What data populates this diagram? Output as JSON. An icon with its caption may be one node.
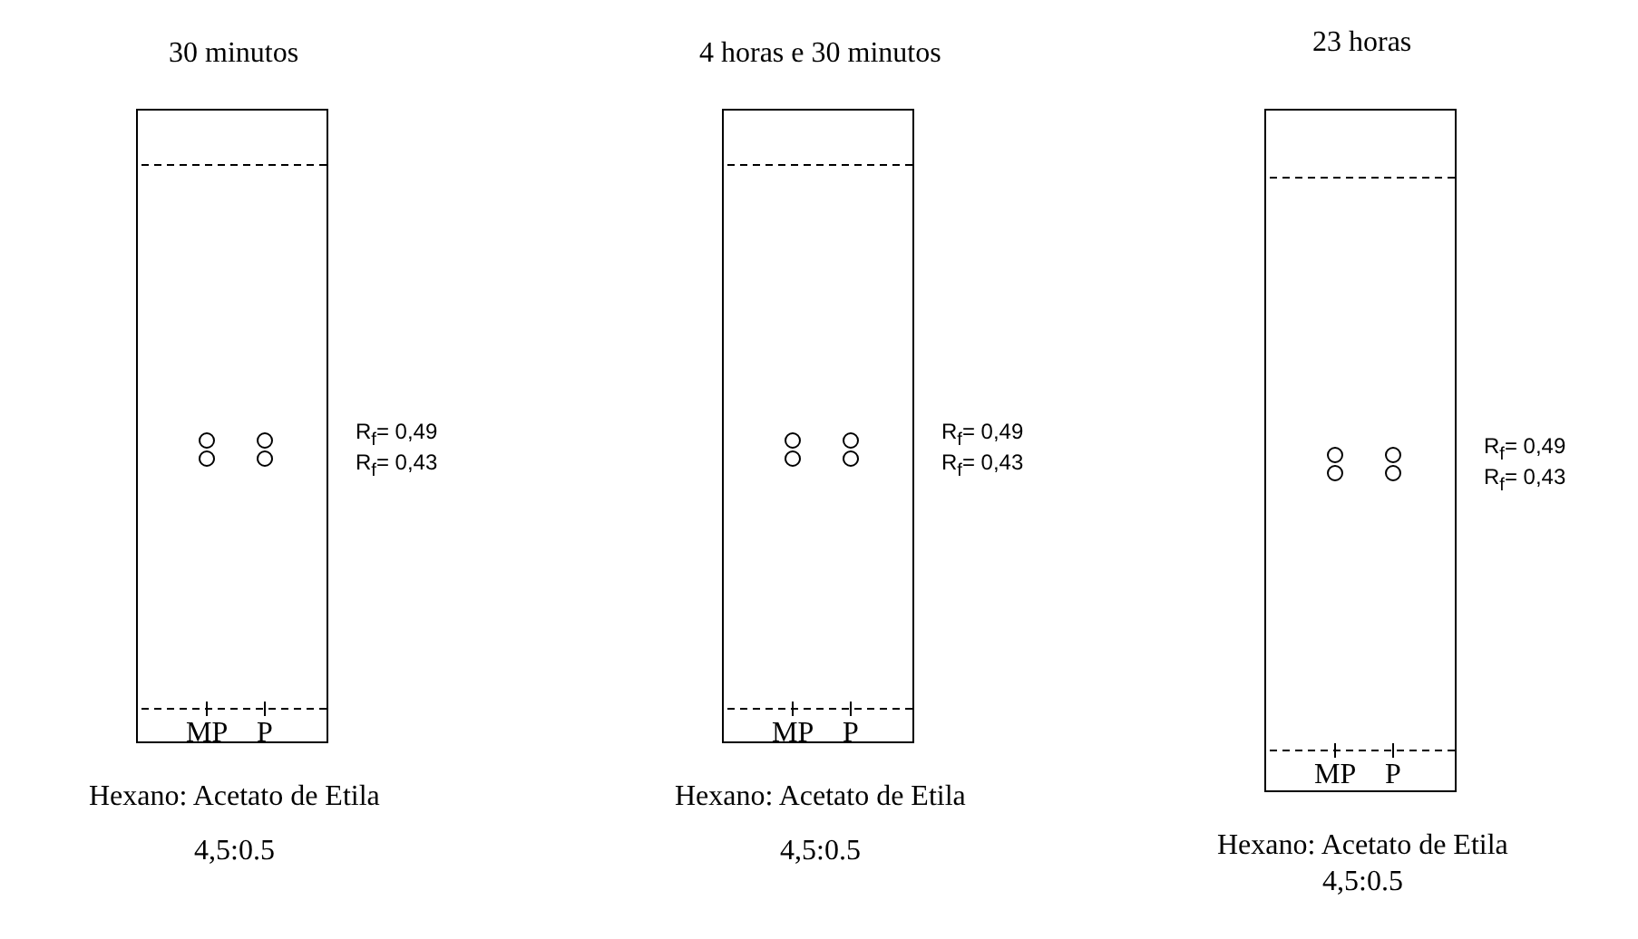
{
  "diagram": {
    "nodes": [
      {
        "text": [
          "30 minutos",
          "MP",
          "P"
        ],
        "beside": [
          "R$_{f}$= 0,49",
          "R$_{f}$= 0,43",
          "Hexano: Acetato de Etila",
          "4,5:0.5"
        ]
      },
      {
        "text": [
          "4 horas e 30 minutos",
          "MP",
          "P"
        ],
        "beside": [
          "R$_{f}$= 0,49",
          "R$_{f}$= 0,43",
          "Hexano: Acetato de Etila",
          "4,5:0.5"
        ]
      },
      {
        "text": [
          "23 horas",
          "MP",
          "P"
        ],
        "beside": [
          "R$_{f}$= 0,49",
          "R$_{f}$= 0,43",
          "Hexano: Acetato de Etila",
          "4,5:0.5"
        ]
      }
    ],
    "edges": []
  }
}
